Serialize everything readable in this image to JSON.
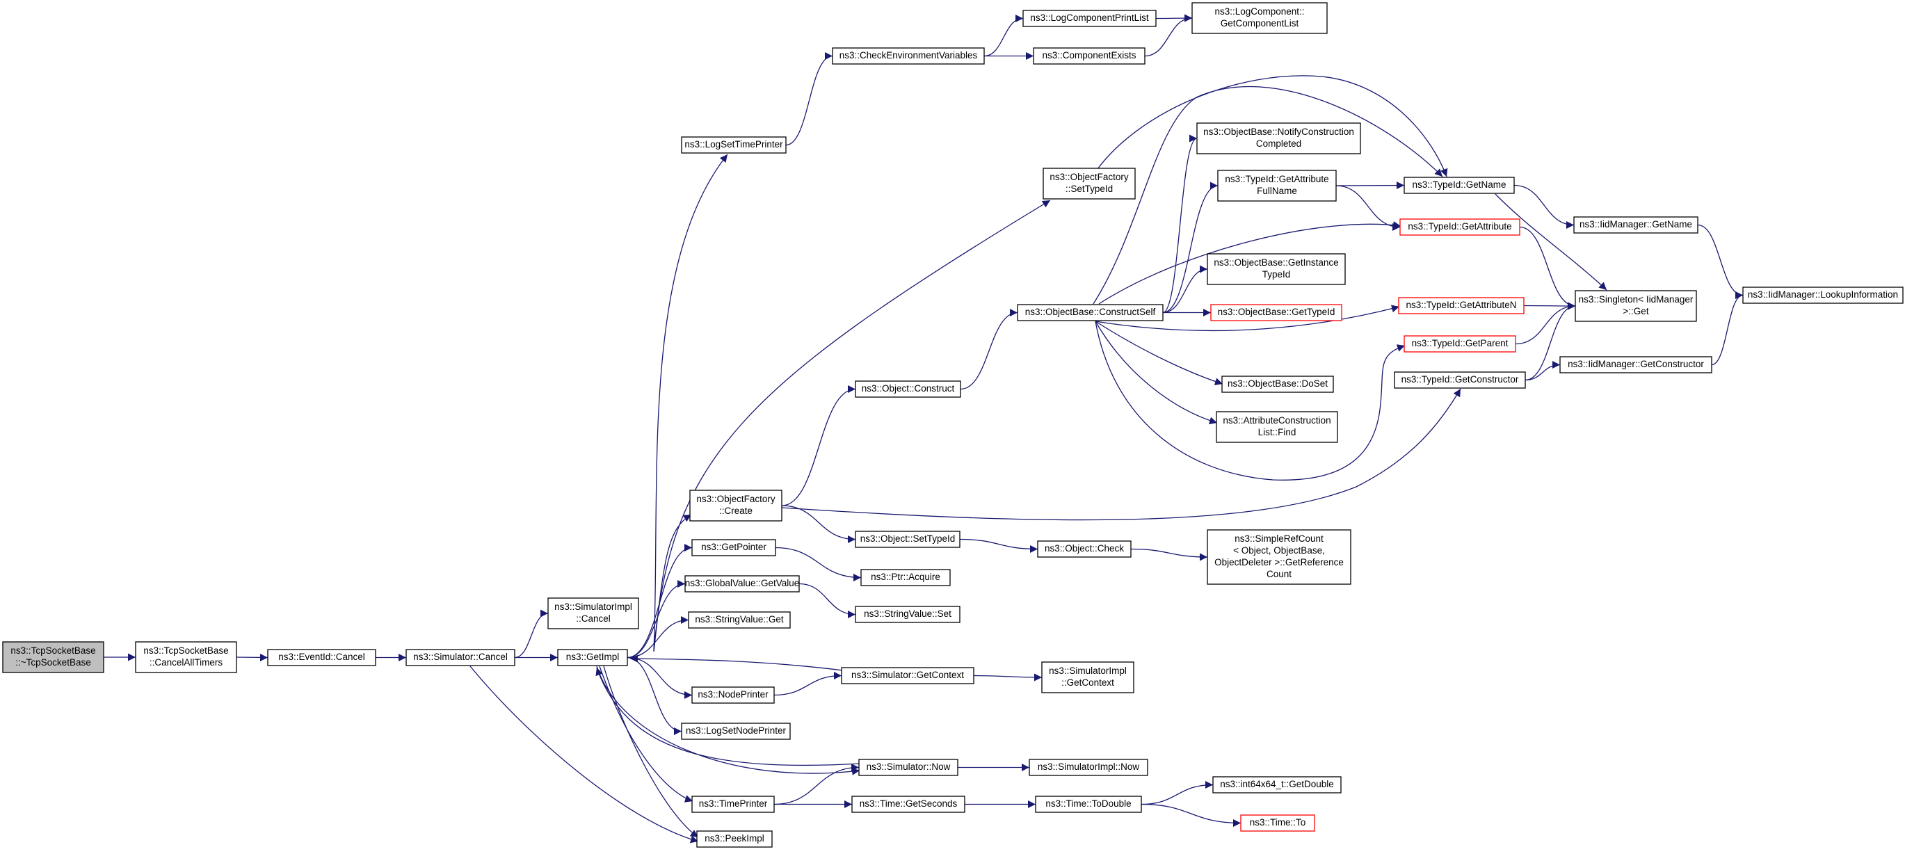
{
  "graph": {
    "colors": {
      "edge": "#191970",
      "node_border": "#000000",
      "node_border_truncated": "#ff0000",
      "root_fill": "#bfbfbf",
      "node_fill": "#ffffff"
    },
    "nodes": [
      {
        "id": "root",
        "lines": [
          "ns3::TcpSocketBase",
          "::~TcpSocketBase"
        ],
        "root": true
      },
      {
        "id": "cancelAllTimers",
        "lines": [
          "ns3::TcpSocketBase",
          "::CancelAllTimers"
        ]
      },
      {
        "id": "eventIdCancel",
        "lines": [
          "ns3::EventId::Cancel"
        ]
      },
      {
        "id": "simCancel",
        "lines": [
          "ns3::Simulator::Cancel"
        ]
      },
      {
        "id": "simImplCancel",
        "lines": [
          "ns3::SimulatorImpl",
          "::Cancel"
        ]
      },
      {
        "id": "getImpl",
        "lines": [
          "ns3::GetImpl"
        ]
      },
      {
        "id": "peekImpl",
        "lines": [
          "ns3::PeekImpl"
        ]
      },
      {
        "id": "logSetTimePrinter",
        "lines": [
          "ns3::LogSetTimePrinter"
        ]
      },
      {
        "id": "checkEnv",
        "lines": [
          "ns3::CheckEnvironmentVariables"
        ]
      },
      {
        "id": "logCompPrintList",
        "lines": [
          "ns3::LogComponentPrintList"
        ]
      },
      {
        "id": "componentExists",
        "lines": [
          "ns3::ComponentExists"
        ]
      },
      {
        "id": "logCompGetList",
        "lines": [
          "ns3::LogComponent::",
          "GetComponentList"
        ]
      },
      {
        "id": "objFactSetTypeId",
        "lines": [
          "ns3::ObjectFactory",
          "::SetTypeId"
        ]
      },
      {
        "id": "objFactCreate",
        "lines": [
          "ns3::ObjectFactory",
          "::Create"
        ]
      },
      {
        "id": "objectConstruct",
        "lines": [
          "ns3::Object::Construct"
        ]
      },
      {
        "id": "constructSelf",
        "lines": [
          "ns3::ObjectBase::ConstructSelf"
        ]
      },
      {
        "id": "notifyConstruction",
        "lines": [
          "ns3::ObjectBase::NotifyConstruction",
          "Completed"
        ]
      },
      {
        "id": "getAttrFullName",
        "lines": [
          "ns3::TypeId::GetAttribute",
          "FullName"
        ]
      },
      {
        "id": "typeIdGetName",
        "lines": [
          "ns3::TypeId::GetName"
        ]
      },
      {
        "id": "typeIdGetAttribute",
        "lines": [
          "ns3::TypeId::GetAttribute"
        ],
        "truncated": true
      },
      {
        "id": "getInstanceTypeId",
        "lines": [
          "ns3::ObjectBase::GetInstance",
          "TypeId"
        ]
      },
      {
        "id": "objBaseGetTypeId",
        "lines": [
          "ns3::ObjectBase::GetTypeId"
        ],
        "truncated": true
      },
      {
        "id": "getAttributeN",
        "lines": [
          "ns3::TypeId::GetAttributeN"
        ],
        "truncated": true
      },
      {
        "id": "typeIdGetParent",
        "lines": [
          "ns3::TypeId::GetParent"
        ],
        "truncated": true
      },
      {
        "id": "typeIdGetConstructor",
        "lines": [
          "ns3::TypeId::GetConstructor"
        ]
      },
      {
        "id": "objBaseDoSet",
        "lines": [
          "ns3::ObjectBase::DoSet"
        ]
      },
      {
        "id": "attrConstrFind",
        "lines": [
          "ns3::AttributeConstruction",
          "List::Find"
        ]
      },
      {
        "id": "iidGetName",
        "lines": [
          "ns3::IidManager::GetName"
        ]
      },
      {
        "id": "singletonGet",
        "lines": [
          "ns3::Singleton< IidManager",
          " >::Get"
        ]
      },
      {
        "id": "iidGetConstructor",
        "lines": [
          "ns3::IidManager::GetConstructor"
        ]
      },
      {
        "id": "iidLookup",
        "lines": [
          "ns3::IidManager::LookupInformation"
        ]
      },
      {
        "id": "objectSetTypeId",
        "lines": [
          "ns3::Object::SetTypeId"
        ]
      },
      {
        "id": "objectCheck",
        "lines": [
          "ns3::Object::Check"
        ]
      },
      {
        "id": "simpleRefCount",
        "lines": [
          "ns3::SimpleRefCount",
          "< Object, ObjectBase,",
          " ObjectDeleter >::GetReference",
          "Count"
        ]
      },
      {
        "id": "getPointer",
        "lines": [
          "ns3::GetPointer"
        ]
      },
      {
        "id": "ptrAcquire",
        "lines": [
          "ns3::Ptr::Acquire"
        ]
      },
      {
        "id": "gvGetValue",
        "lines": [
          "ns3::GlobalValue::GetValue"
        ]
      },
      {
        "id": "strValSet",
        "lines": [
          "ns3::StringValue::Set"
        ]
      },
      {
        "id": "strValGet",
        "lines": [
          "ns3::StringValue::Get"
        ]
      },
      {
        "id": "simGetContext",
        "lines": [
          "ns3::Simulator::GetContext"
        ]
      },
      {
        "id": "simImplGetContext",
        "lines": [
          "ns3::SimulatorImpl",
          "::GetContext"
        ]
      },
      {
        "id": "nodePrinter",
        "lines": [
          "ns3::NodePrinter"
        ]
      },
      {
        "id": "logSetNodePrinter",
        "lines": [
          "ns3::LogSetNodePrinter"
        ]
      },
      {
        "id": "simNow",
        "lines": [
          "ns3::Simulator::Now"
        ]
      },
      {
        "id": "simImplNow",
        "lines": [
          "ns3::SimulatorImpl::Now"
        ]
      },
      {
        "id": "timePrinter",
        "lines": [
          "ns3::TimePrinter"
        ]
      },
      {
        "id": "timeGetSeconds",
        "lines": [
          "ns3::Time::GetSeconds"
        ]
      },
      {
        "id": "timeToDouble",
        "lines": [
          "ns3::Time::ToDouble"
        ]
      },
      {
        "id": "int64GetDouble",
        "lines": [
          "ns3::int64x64_t::GetDouble"
        ]
      },
      {
        "id": "timeTo",
        "lines": [
          "ns3::Time::To"
        ],
        "truncated": true
      }
    ],
    "edges": [
      [
        "root",
        "cancelAllTimers"
      ],
      [
        "cancelAllTimers",
        "eventIdCancel"
      ],
      [
        "eventIdCancel",
        "simCancel"
      ],
      [
        "simCancel",
        "simImplCancel"
      ],
      [
        "simCancel",
        "getImpl"
      ],
      [
        "simCancel",
        "peekImpl"
      ],
      [
        "getImpl",
        "logSetTimePrinter"
      ],
      [
        "getImpl",
        "objFactSetTypeId"
      ],
      [
        "getImpl",
        "objFactCreate"
      ],
      [
        "getImpl",
        "getPointer"
      ],
      [
        "getImpl",
        "gvGetValue"
      ],
      [
        "getImpl",
        "strValGet"
      ],
      [
        "getImpl",
        "nodePrinter"
      ],
      [
        "getImpl",
        "logSetNodePrinter"
      ],
      [
        "getImpl",
        "simNow"
      ],
      [
        "getImpl",
        "timePrinter"
      ],
      [
        "getImpl",
        "peekImpl"
      ],
      [
        "logSetTimePrinter",
        "checkEnv"
      ],
      [
        "checkEnv",
        "logCompPrintList"
      ],
      [
        "checkEnv",
        "componentExists"
      ],
      [
        "logCompPrintList",
        "logCompGetList"
      ],
      [
        "componentExists",
        "logCompGetList"
      ],
      [
        "objFactSetTypeId",
        "typeIdGetName"
      ],
      [
        "objFactCreate",
        "objectConstruct"
      ],
      [
        "objFactCreate",
        "objectSetTypeId"
      ],
      [
        "objFactCreate",
        "typeIdGetConstructor"
      ],
      [
        "objectConstruct",
        "constructSelf"
      ],
      [
        "constructSelf",
        "notifyConstruction"
      ],
      [
        "constructSelf",
        "getAttrFullName"
      ],
      [
        "constructSelf",
        "typeIdGetName"
      ],
      [
        "constructSelf",
        "typeIdGetAttribute"
      ],
      [
        "constructSelf",
        "getInstanceTypeId"
      ],
      [
        "constructSelf",
        "objBaseGetTypeId"
      ],
      [
        "constructSelf",
        "getAttributeN"
      ],
      [
        "constructSelf",
        "typeIdGetParent"
      ],
      [
        "constructSelf",
        "objBaseDoSet"
      ],
      [
        "constructSelf",
        "attrConstrFind"
      ],
      [
        "getAttrFullName",
        "typeIdGetName"
      ],
      [
        "getAttrFullName",
        "typeIdGetAttribute"
      ],
      [
        "typeIdGetName",
        "iidGetName"
      ],
      [
        "typeIdGetName",
        "singletonGet"
      ],
      [
        "typeIdGetAttribute",
        "singletonGet"
      ],
      [
        "getAttributeN",
        "singletonGet"
      ],
      [
        "typeIdGetParent",
        "singletonGet"
      ],
      [
        "typeIdGetConstructor",
        "singletonGet"
      ],
      [
        "typeIdGetConstructor",
        "iidGetConstructor"
      ],
      [
        "iidGetName",
        "iidLookup"
      ],
      [
        "iidGetConstructor",
        "iidLookup"
      ],
      [
        "objectSetTypeId",
        "objectCheck"
      ],
      [
        "objectCheck",
        "simpleRefCount"
      ],
      [
        "getPointer",
        "ptrAcquire"
      ],
      [
        "gvGetValue",
        "strValSet"
      ],
      [
        "simGetContext",
        "getImpl"
      ],
      [
        "simGetContext",
        "simImplGetContext"
      ],
      [
        "nodePrinter",
        "simGetContext"
      ],
      [
        "simNow",
        "getImpl"
      ],
      [
        "simNow",
        "simImplNow"
      ],
      [
        "timePrinter",
        "simNow"
      ],
      [
        "timePrinter",
        "timeGetSeconds"
      ],
      [
        "timeGetSeconds",
        "timeToDouble"
      ],
      [
        "timeToDouble",
        "int64GetDouble"
      ],
      [
        "timeToDouble",
        "timeTo"
      ]
    ]
  }
}
